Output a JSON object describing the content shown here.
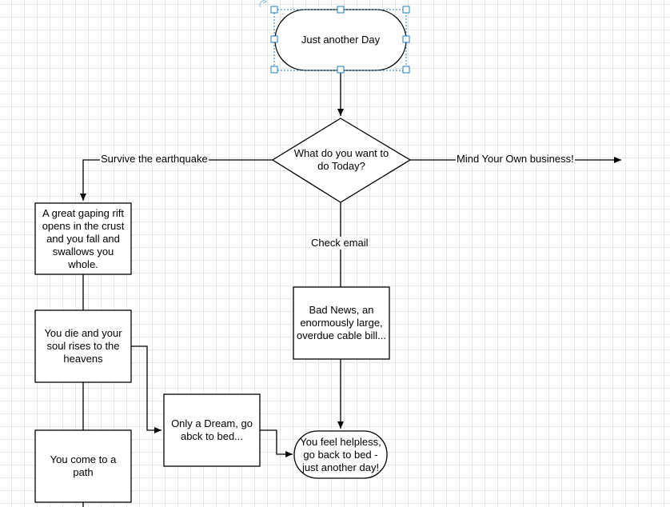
{
  "nodes": {
    "start": "Just another Day",
    "decision": "What do you want to do Today?",
    "rift": "A great gaping rift opens in the crust and you fall and swallows you whole.",
    "die": "You die and your soul rises to the heavens",
    "path": "You come to a path",
    "dream": "Only a Dream, go abck to bed...",
    "bad_news": "Bad News, an enormously large, overdue cable bill...",
    "helpless": "You feel helpless, go back to bed - just another day!"
  },
  "edges": {
    "survive": "Survive the earthquake",
    "mind": "Mind Your Own business!",
    "email": "Check email"
  },
  "colors": {
    "selection": "#1f7fbf",
    "stroke": "#000000",
    "grid": "#e6e6e6"
  }
}
